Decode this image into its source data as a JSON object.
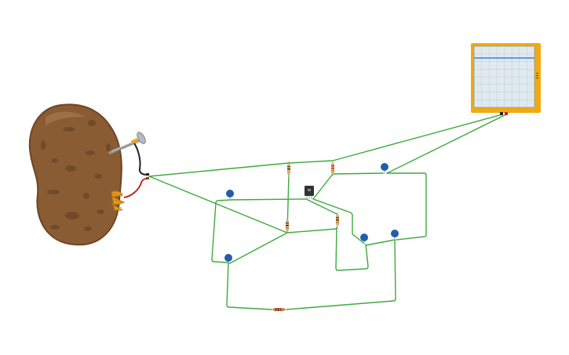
{
  "canvas": {
    "background": "#ffffff",
    "wire_color": "#3daa3d",
    "potato_color": "#8a5c33",
    "meter_frame_color": "#f0aa14",
    "meter_screen_color": "#dfe9ee",
    "meter_trace_color": "#3f7fe0"
  },
  "components": {
    "potato_battery": {
      "icon": "potato-battery-icon"
    },
    "zinc_nail": {
      "icon": "nail-electrode-icon"
    },
    "copper_coil": {
      "icon": "copper-electrode-icon"
    },
    "oscilloscope": {
      "icon": "oscilloscope-icon",
      "side_label": ""
    },
    "transistor": {
      "icon": "transistor-icon"
    },
    "capacitors": [
      "C1",
      "C2",
      "C3",
      "C4",
      "C5"
    ],
    "resistors": [
      "R1",
      "R2",
      "R3",
      "R4",
      "R5"
    ]
  }
}
